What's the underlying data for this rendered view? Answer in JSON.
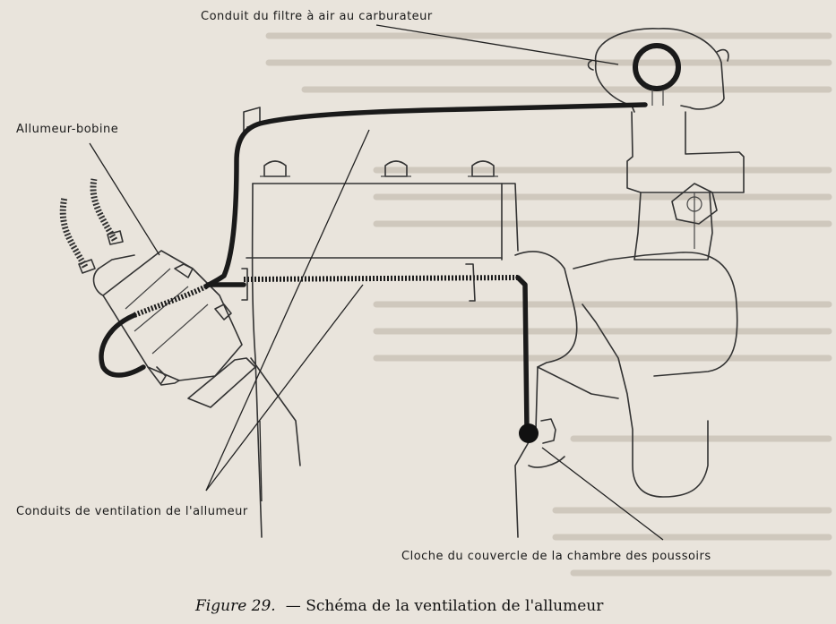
{
  "labels": {
    "air_filter_duct": "Conduit du filtre à air au carburateur",
    "distributor_coil": "Allumeur-bobine",
    "vent_ducts": "Conduits de ventilation de l'allumeur",
    "tappet_cover_bell": "Cloche du couvercle de la chambre des poussoirs"
  },
  "caption": {
    "figure": "Figure 29.",
    "title": "— Schéma de la ventilation de l'allumeur"
  },
  "colors": {
    "paper": "#e9e4dc",
    "ink": "#1a1a1a"
  }
}
